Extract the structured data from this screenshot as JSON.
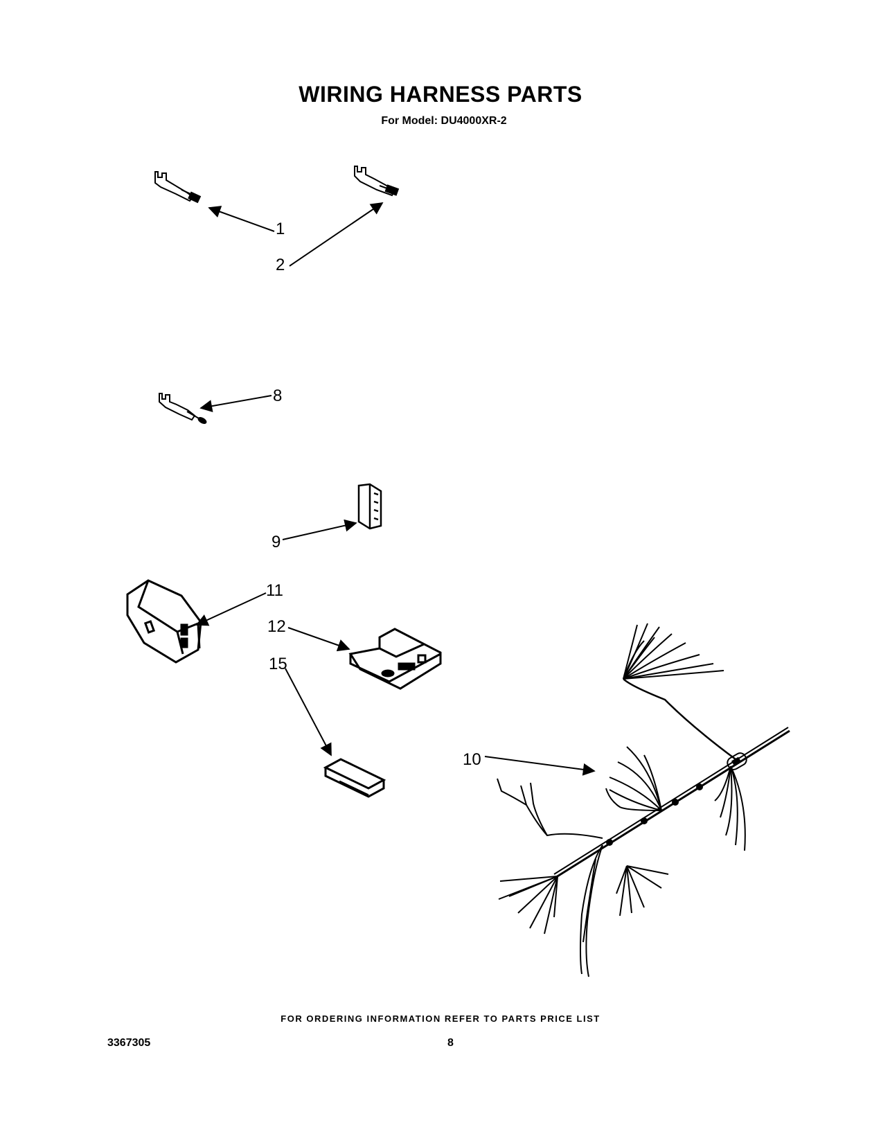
{
  "header": {
    "title": "WIRING HARNESS PARTS",
    "subtitle": "For Model: DU4000XR-2"
  },
  "callouts": {
    "c1": "1",
    "c2": "2",
    "c8": "8",
    "c9": "9",
    "c10": "10",
    "c11": "11",
    "c12": "12",
    "c15": "15"
  },
  "footer": {
    "ordering_note": "FOR ORDERING INFORMATION REFER TO PARTS PRICE LIST",
    "doc_number": "3367305",
    "page_number": "8"
  }
}
